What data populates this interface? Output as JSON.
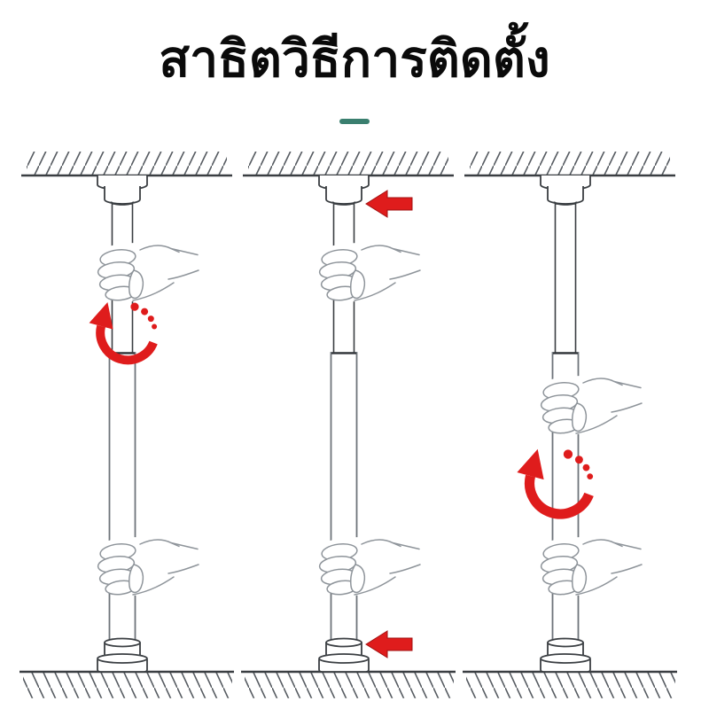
{
  "header": {
    "title": "สาธิตวิธีการติดตั้ง",
    "underline_color": "#3a7f6f"
  },
  "colors": {
    "background": "#ffffff",
    "title_text": "#0a0a0a",
    "arrow_red": "#df1c1c",
    "arrow_red_dark": "#a21111",
    "line_art": "#3a3e42",
    "pole_outer_tube": "#6e747a",
    "hand_line": "#8e949a",
    "hatch_line": "#565b61"
  },
  "panels": [
    {
      "name": "step-panel-1",
      "icons": [
        "rotation-arrow-icon"
      ],
      "features": [
        "ceiling-hatch",
        "ceiling-mount",
        "telescopic-pole",
        "upper-hand-grip",
        "lower-hand-grip",
        "floor-mount",
        "floor-hatch"
      ]
    },
    {
      "name": "step-panel-2",
      "icons": [
        "press-arrow-left-top-icon",
        "press-arrow-left-bottom-icon"
      ],
      "features": [
        "ceiling-hatch",
        "ceiling-mount",
        "telescopic-pole",
        "pole-joint",
        "upper-hand-grip",
        "lower-hand-grip",
        "floor-mount",
        "floor-hatch"
      ]
    },
    {
      "name": "step-panel-3",
      "icons": [
        "rotation-arrow-icon"
      ],
      "features": [
        "ceiling-hatch",
        "ceiling-mount",
        "telescopic-pole",
        "pole-joint",
        "middle-hand-grip",
        "lower-hand-grip",
        "floor-mount",
        "floor-hatch"
      ]
    }
  ]
}
